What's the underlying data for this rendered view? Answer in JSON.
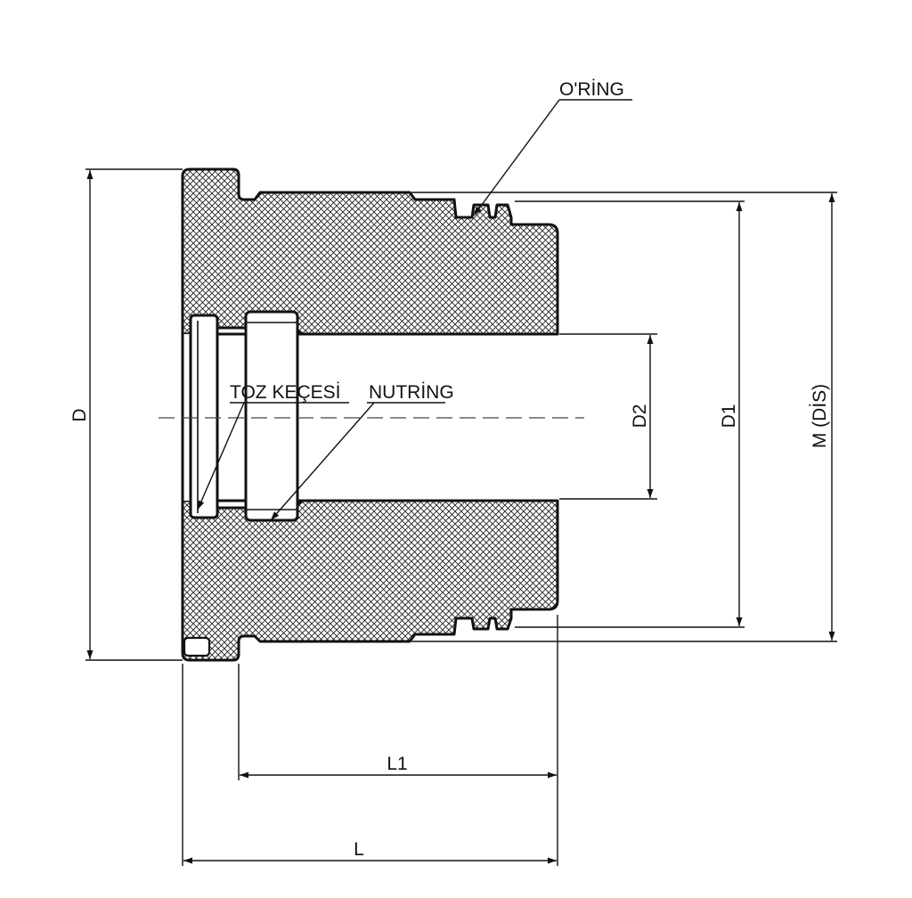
{
  "labels": {
    "oring": "O'RİNG",
    "dust_seal": "TOZ KEÇESİ",
    "groove_ring": "NUTRİNG",
    "d": "D",
    "d1": "D1",
    "d2": "D2",
    "m": "M  (DİS)",
    "l": "L",
    "l1": "L1"
  }
}
